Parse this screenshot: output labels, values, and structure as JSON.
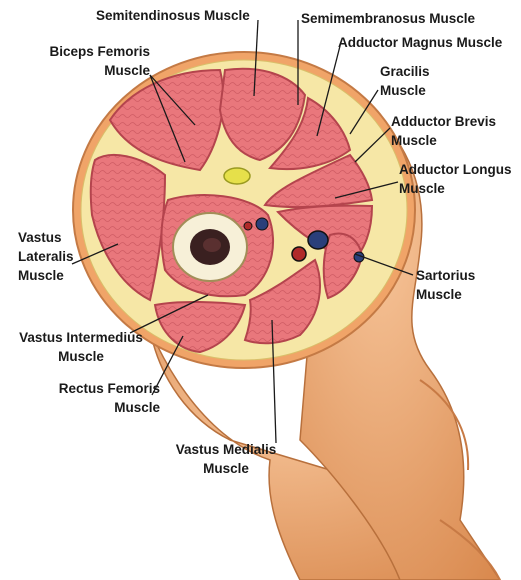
{
  "labels": {
    "semitendinosus": "Semitendinosus Muscle",
    "semimembranosus": "Semimembranosus Muscle",
    "adductor_magnus": "Adductor Magnus Muscle",
    "biceps_femoris": [
      "Biceps Femoris",
      "Muscle"
    ],
    "gracilis": [
      "Gracilis",
      "Muscle"
    ],
    "adductor_brevis": [
      "Adductor Brevis",
      "Muscle"
    ],
    "adductor_longus": [
      "Adductor Longus",
      "Muscle"
    ],
    "vastus_lateralis": [
      "Vastus",
      "Lateralis",
      "Muscle"
    ],
    "sartorius": [
      "Sartorius",
      "Muscle"
    ],
    "vastus_intermedius": [
      "Vastus Intermedius",
      "Muscle"
    ],
    "rectus_femoris": [
      "Rectus Femoris",
      "Muscle"
    ],
    "vastus_medialis": [
      "Vastus Medialis",
      "Muscle"
    ]
  },
  "colors": {
    "muscle": "#e9777c",
    "muscle_dark": "#c24f58",
    "fat": "#f6e7a6",
    "skin": "#f2b07a",
    "bone": "#f7f0d8",
    "marrow": "#3a2020",
    "vein": "#2a3f7a",
    "artery": "#b02a2a",
    "leader": "#1a1a1a"
  }
}
